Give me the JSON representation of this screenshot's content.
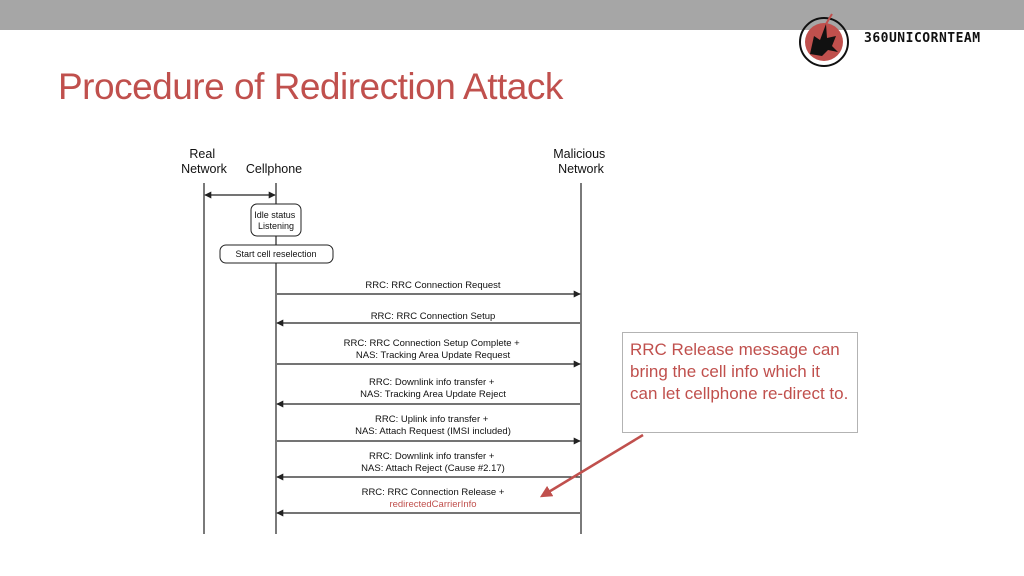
{
  "slide": {
    "title": "Procedure of Redirection Attack",
    "brand": "360UNICORNTEAM"
  },
  "colors": {
    "accent": "#c0504d",
    "top_bar": "#a6a6a6",
    "line": "#222222",
    "callout_border": "#b3b3b3"
  },
  "diagram": {
    "lifelines": [
      {
        "id": "real",
        "label_lines": [
          "Real",
          "Network"
        ]
      },
      {
        "id": "cellphone",
        "label_lines": [
          "Cellphone"
        ]
      },
      {
        "id": "malicious",
        "label_lines": [
          "Malicious",
          "Network"
        ]
      }
    ],
    "states": [
      {
        "id": "idle",
        "label_lines": [
          "Idle status",
          "Listening"
        ]
      },
      {
        "id": "reselect",
        "label_lines": [
          "Start cell reselection"
        ]
      }
    ],
    "messages": [
      {
        "from": "cellphone",
        "to": "malicious",
        "label_lines": [
          "RRC: RRC Connection Request"
        ]
      },
      {
        "from": "malicious",
        "to": "cellphone",
        "label_lines": [
          "RRC: RRC Connection Setup"
        ]
      },
      {
        "from": "cellphone",
        "to": "malicious",
        "label_lines": [
          "RRC: RRC Connection Setup Complete +",
          "NAS: Tracking Area Update Request"
        ]
      },
      {
        "from": "malicious",
        "to": "cellphone",
        "label_lines": [
          "RRC: Downlink info transfer +",
          "NAS: Tracking Area Update Reject"
        ]
      },
      {
        "from": "cellphone",
        "to": "malicious",
        "label_lines": [
          "RRC: Uplink info transfer +",
          "NAS: Attach Request (IMSI included)"
        ]
      },
      {
        "from": "malicious",
        "to": "cellphone",
        "label_lines": [
          "RRC: Downlink info transfer +",
          "NAS: Attach Reject (Cause #2.17)"
        ]
      },
      {
        "from": "malicious",
        "to": "cellphone",
        "label_lines": [
          "RRC: RRC Connection Release +",
          "redirectedCarrierInfo"
        ],
        "highlight_line": 1
      }
    ]
  },
  "callout": {
    "text": "RRC Release message can bring the cell info which it can let cellphone re-direct to."
  }
}
